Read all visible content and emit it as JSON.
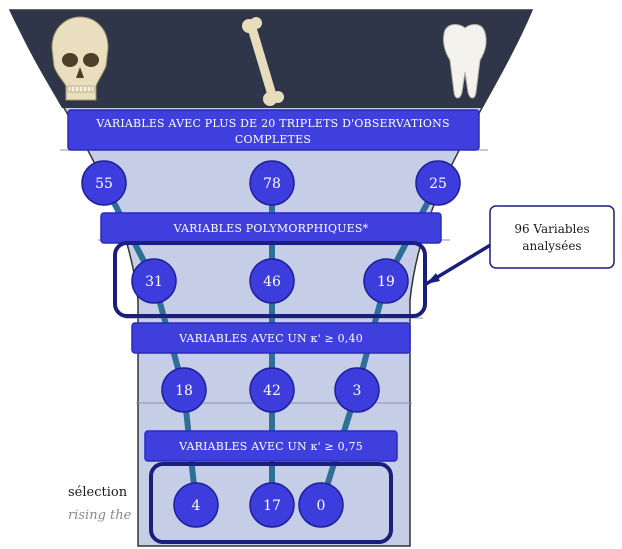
{
  "icons": {
    "skull": "skull-icon",
    "bone": "long-bone-icon",
    "tooth": "tooth-icon"
  },
  "colors": {
    "funnel_fill": "#c6cde7",
    "funnel_top": "#2f3649",
    "funnel_edge": "#333333",
    "band_fill": "#3f3fdd",
    "node_fill": "#3d3ddd",
    "node_stroke": "#1f1f9a",
    "frame_stroke": "#1b1f7c",
    "line_color": "#2e6f97"
  },
  "stages": [
    {
      "label_lines": [
        "VARIABLES AVEC PLUS DE 20 TRIPLETS D'OBSERVATIONS",
        "COMPLETES"
      ],
      "values": [
        "55",
        "78",
        "25"
      ]
    },
    {
      "label_lines": [
        "VARIABLES POLYMORPHIQUES*"
      ],
      "values": [
        "31",
        "46",
        "19"
      ]
    },
    {
      "label_lines": [
        "VARIABLES AVEC UN κ' ≥ 0,40"
      ],
      "values": [
        "18",
        "42",
        "3"
      ]
    },
    {
      "label_lines": [
        "VARIABLES AVEC UN κ' ≥  0,75"
      ],
      "values": [
        "4",
        "17",
        "0"
      ]
    }
  ],
  "callout": {
    "lines": [
      "96 Variables",
      "analysées"
    ]
  },
  "side_text": {
    "selection": "sélection",
    "caption": "rising the"
  }
}
